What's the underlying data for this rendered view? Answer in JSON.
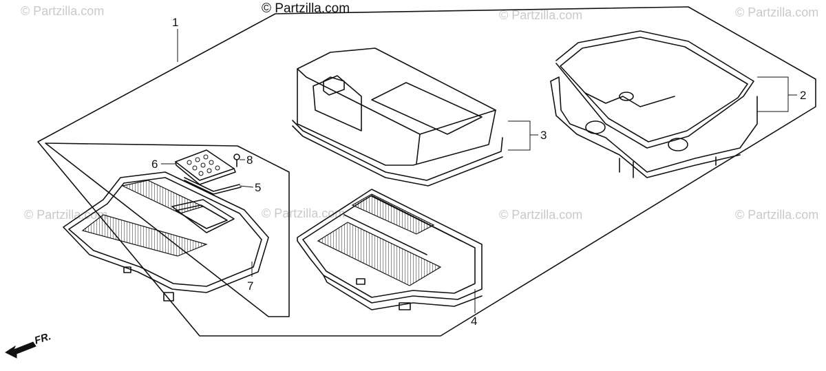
{
  "watermarks": {
    "top_center": "© Partzilla.com",
    "faint": "© Partzilla.com"
  },
  "callouts": [
    "1",
    "2",
    "3",
    "4",
    "5",
    "6",
    "7",
    "8"
  ],
  "direction": {
    "label": "FR."
  }
}
